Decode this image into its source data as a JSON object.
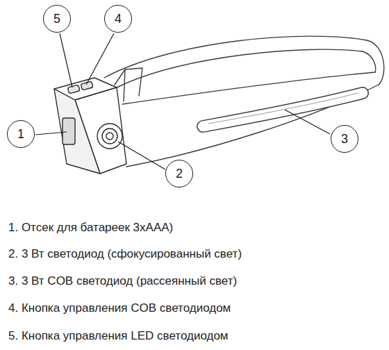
{
  "diagram": {
    "nodes": [
      {
        "text": [
          "5"
        ]
      },
      {
        "text": [
          "4"
        ]
      },
      {
        "text": [
          "1"
        ]
      },
      {
        "text": [
          "3"
        ]
      },
      {
        "text": [
          "2"
        ]
      }
    ],
    "labels": [
      "1. Отсек для батареек 3хААА)",
      "2. 3 Вт светодиод (сфокусированный свет)",
      "3. 3 Вт COB светодиод (рассеянный свет)",
      "4. Кнопка управления COB светодиодом",
      "5. Кнопка управления LED светодиодом"
    ]
  }
}
